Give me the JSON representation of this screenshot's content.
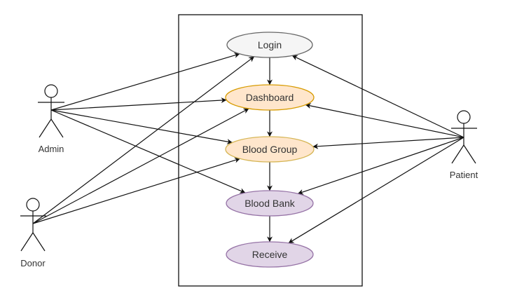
{
  "diagram": {
    "use_cases": [
      {
        "id": "login",
        "label": "Login",
        "fill": "#f5f5f5",
        "stroke": "#666666"
      },
      {
        "id": "dashboard",
        "label": "Dashboard",
        "fill": "#ffe6cc",
        "stroke": "#d79b00"
      },
      {
        "id": "blood_group",
        "label": "Blood Group",
        "fill": "#ffe6cc",
        "stroke": "#d6b656"
      },
      {
        "id": "blood_bank",
        "label": "Blood Bank",
        "fill": "#e1d5e7",
        "stroke": "#9673a6"
      },
      {
        "id": "receive",
        "label": "Receive",
        "fill": "#e1d5e7",
        "stroke": "#9673a6"
      }
    ],
    "actors": [
      {
        "id": "admin",
        "label": "Admin"
      },
      {
        "id": "donor",
        "label": "Donor"
      },
      {
        "id": "patient",
        "label": "Patient"
      }
    ],
    "flow": [
      [
        "login",
        "dashboard"
      ],
      [
        "dashboard",
        "blood_group"
      ],
      [
        "blood_group",
        "blood_bank"
      ],
      [
        "blood_bank",
        "receive"
      ]
    ],
    "associations": [
      [
        "admin",
        "login"
      ],
      [
        "admin",
        "dashboard"
      ],
      [
        "admin",
        "blood_group"
      ],
      [
        "admin",
        "blood_bank"
      ],
      [
        "donor",
        "login"
      ],
      [
        "donor",
        "dashboard"
      ],
      [
        "donor",
        "blood_group"
      ],
      [
        "patient",
        "login"
      ],
      [
        "patient",
        "dashboard"
      ],
      [
        "patient",
        "blood_group"
      ],
      [
        "patient",
        "blood_bank"
      ],
      [
        "patient",
        "receive"
      ]
    ]
  }
}
